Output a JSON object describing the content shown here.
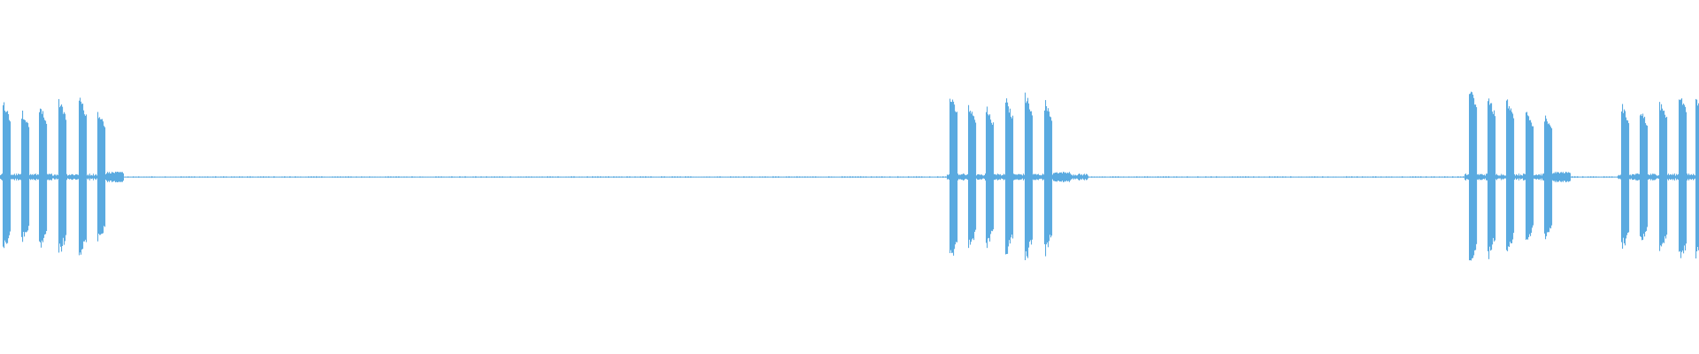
{
  "waveform": {
    "color": "#5aaae0",
    "background": "#ffffff",
    "duration_units": 1920,
    "bursts": [
      {
        "name": "burst-1",
        "start": 0,
        "pulses": [
          {
            "at": 3,
            "amp": 0.44
          },
          {
            "at": 24,
            "amp": 0.38
          },
          {
            "at": 44,
            "amp": 0.42
          },
          {
            "at": 66,
            "amp": 0.45
          },
          {
            "at": 89,
            "amp": 0.47
          },
          {
            "at": 110,
            "amp": 0.39
          }
        ],
        "tail_end": 140
      },
      {
        "name": "burst-2",
        "start": 1070,
        "pulses": [
          {
            "at": 1073,
            "amp": 0.48
          },
          {
            "at": 1094,
            "amp": 0.42
          },
          {
            "at": 1114,
            "amp": 0.4
          },
          {
            "at": 1136,
            "amp": 0.45
          },
          {
            "at": 1158,
            "amp": 0.49
          },
          {
            "at": 1180,
            "amp": 0.44
          }
        ],
        "tail_end": 1230
      },
      {
        "name": "burst-3",
        "start": 1655,
        "pulses": [
          {
            "at": 1660,
            "amp": 0.54
          },
          {
            "at": 1681,
            "amp": 0.47
          },
          {
            "at": 1702,
            "amp": 0.45
          },
          {
            "at": 1724,
            "amp": 0.38
          },
          {
            "at": 1745,
            "amp": 0.36
          }
        ],
        "tail_end": 1775
      },
      {
        "name": "burst-4",
        "start": 1828,
        "pulses": [
          {
            "at": 1832,
            "amp": 0.42
          },
          {
            "at": 1853,
            "amp": 0.4
          },
          {
            "at": 1875,
            "amp": 0.44
          },
          {
            "at": 1897,
            "amp": 0.5
          },
          {
            "at": 1916,
            "amp": 0.46
          }
        ],
        "tail_end": 1920
      }
    ]
  }
}
